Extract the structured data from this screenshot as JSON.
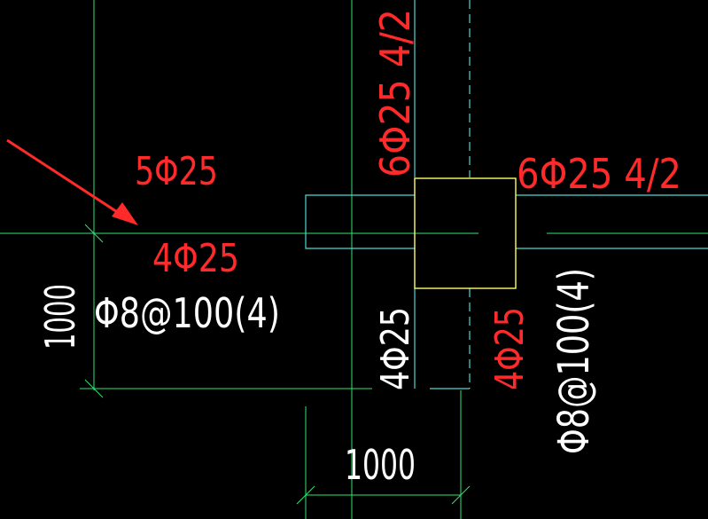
{
  "colors": {
    "background": "#000000",
    "grid_green": "#2ee66e",
    "beam_cyan": "#4fd6d6",
    "column_yellow": "#ffff66",
    "text_red": "#ff2a2a",
    "text_white": "#ffffff",
    "arrow_red": "#ff2a2a"
  },
  "labels": {
    "top_bar_horizontal_beam": "5Φ25",
    "bottom_bar_horizontal_beam": "4Φ25",
    "stirrup_horizontal_beam": "Φ8@100(4)",
    "dimension_vertical": "1000",
    "dimension_horizontal": "1000",
    "top_bar_vertical_beam": "6Φ25 4/2",
    "top_bar_right_beam": "6Φ25 4/2",
    "bar_vertical_beam_white": "4Φ25",
    "bar_vertical_beam_red": "4Φ25",
    "stirrup_vertical_beam": "Φ8@100(4)"
  }
}
